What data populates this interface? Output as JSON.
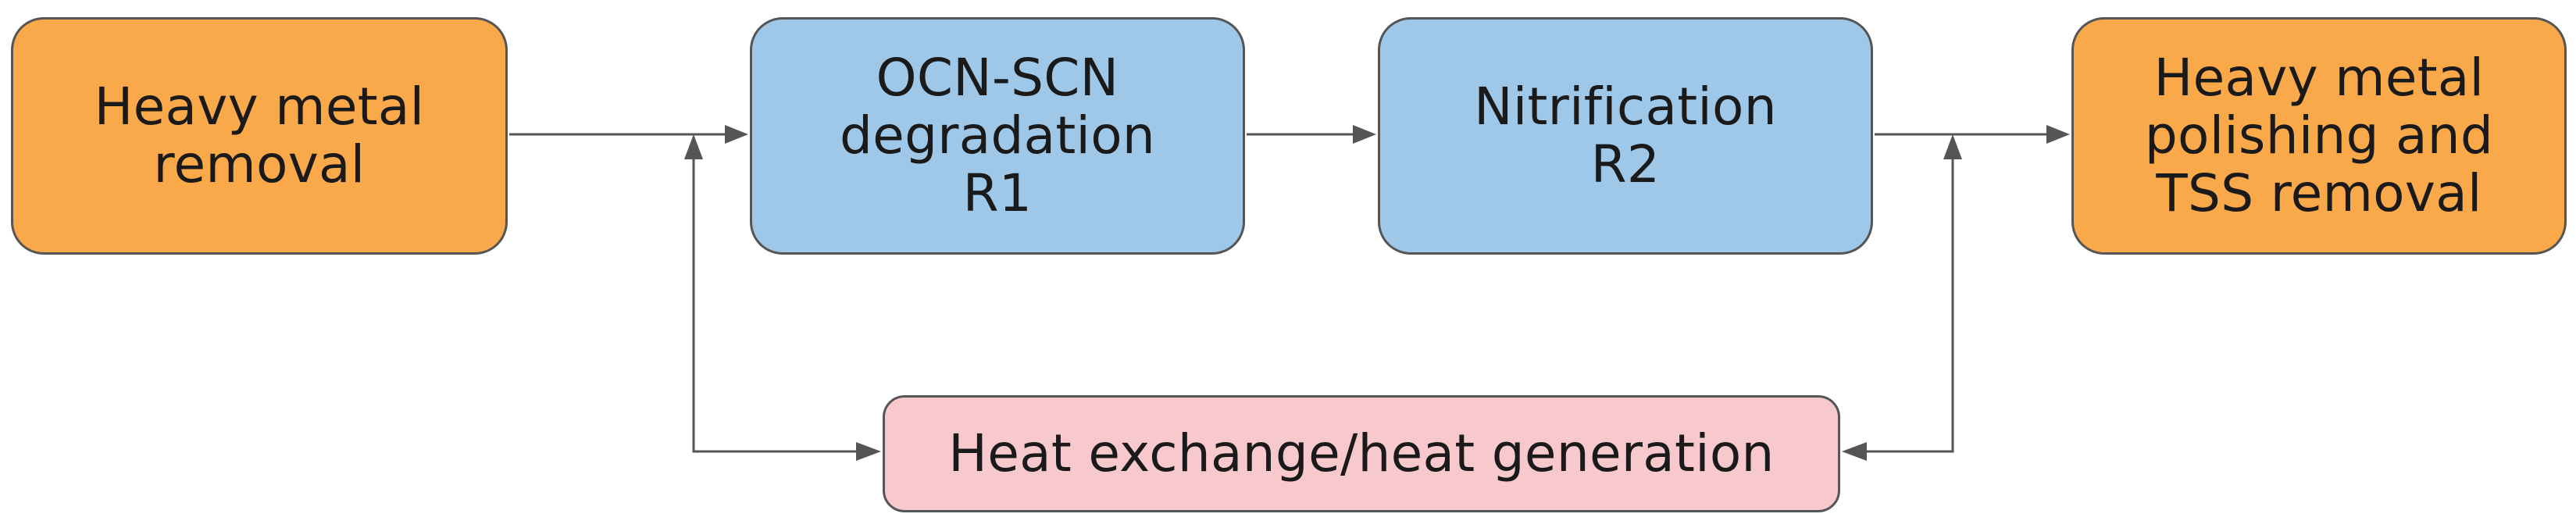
{
  "diagram": {
    "nodes": {
      "heavy_metal_removal": {
        "lines": [
          "Heavy metal",
          "removal"
        ],
        "color": "#f9a84a"
      },
      "ocn_scn_degradation": {
        "lines": [
          "OCN-SCN",
          "degradation",
          "R1"
        ],
        "color": "#9fc7e8"
      },
      "nitrification": {
        "lines": [
          "Nitrification",
          "R2"
        ],
        "color": "#9fc7e8"
      },
      "heavy_metal_polishing": {
        "lines": [
          "Heavy metal",
          "polishing and",
          "TSS removal"
        ],
        "color": "#f9a84a"
      },
      "heat_exchange": {
        "lines": [
          "Heat exchange/heat generation"
        ],
        "color": "#f7c8cc"
      }
    },
    "edges": [
      {
        "from": "heavy_metal_removal",
        "to": "ocn_scn_degradation"
      },
      {
        "from": "ocn_scn_degradation",
        "to": "nitrification"
      },
      {
        "from": "nitrification",
        "to": "heavy_metal_polishing"
      },
      {
        "from": "heat_exchange",
        "to": "ocn_scn_degradation",
        "bidirectional": true
      },
      {
        "from": "heat_exchange",
        "to": "nitrification",
        "bidirectional": true
      }
    ],
    "line_color": "#555555"
  }
}
